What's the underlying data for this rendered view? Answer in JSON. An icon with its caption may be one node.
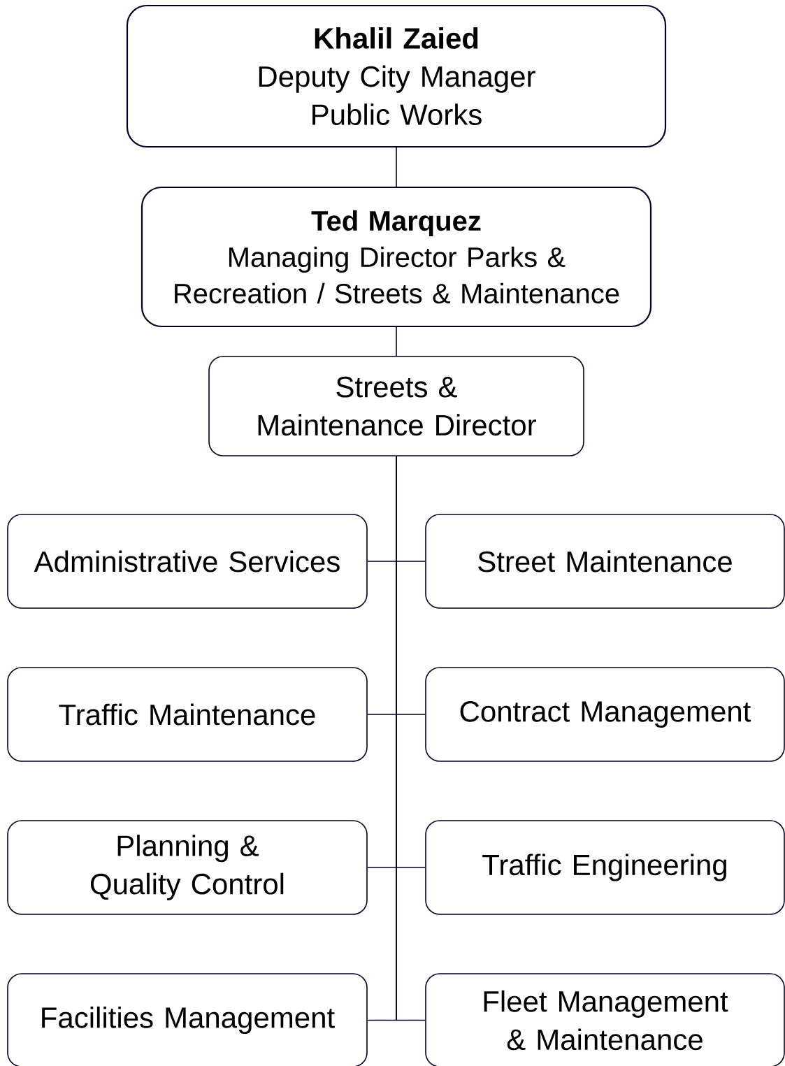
{
  "diagram": {
    "nodes": [
      {
        "text": [
          "Khalil Zaied",
          "Deputy City Manager Public Works"
        ]
      },
      {
        "text": [
          "Ted Marquez",
          "Managing Director Parks & Recreation / Streets & Maintenance"
        ]
      },
      {
        "text": [
          "Streets & Maintenance Director"
        ]
      },
      {
        "text": [
          "Administrative Services"
        ]
      },
      {
        "text": [
          "Street Maintenance"
        ]
      },
      {
        "text": [
          "Traffic Maintenance"
        ]
      },
      {
        "text": [
          "Contract Management"
        ]
      },
      {
        "text": [
          "Planning & Quality Control"
        ]
      },
      {
        "text": [
          "Traffic Engineering"
        ]
      },
      {
        "text": [
          "Facilities Management"
        ]
      },
      {
        "text": [
          "Fleet Management & Maintenance"
        ]
      }
    ],
    "edges": [
      {
        "from": 0,
        "to": 1,
        "arrow": "none"
      },
      {
        "from": 1,
        "to": 2,
        "arrow": "none"
      },
      {
        "from": 2,
        "to": 3,
        "arrow": "none"
      },
      {
        "from": 2,
        "to": 4,
        "arrow": "none"
      },
      {
        "from": 2,
        "to": 5,
        "arrow": "none"
      },
      {
        "from": 2,
        "to": 6,
        "arrow": "none"
      },
      {
        "from": 2,
        "to": 7,
        "arrow": "none"
      },
      {
        "from": 2,
        "to": 8,
        "arrow": "none"
      },
      {
        "from": 2,
        "to": 9,
        "arrow": "none"
      },
      {
        "from": 2,
        "to": 10,
        "arrow": "none"
      }
    ]
  }
}
